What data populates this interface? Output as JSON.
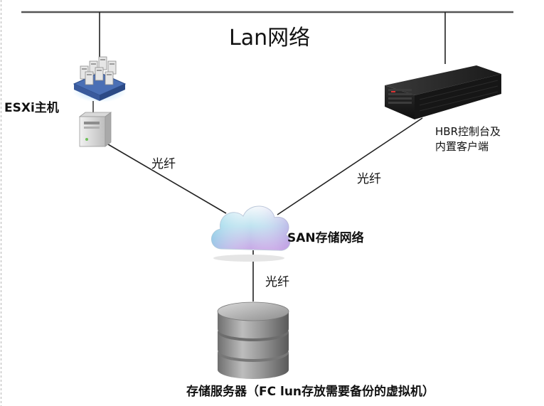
{
  "network": {
    "lan_label": "Lan网络",
    "san_label": "SAN存储网络"
  },
  "nodes": {
    "esxi": {
      "label": "ESXi主机",
      "icon": "server-cluster-icon"
    },
    "hbr": {
      "label_line1": "HBR控制台及",
      "label_line2": "内置客户端",
      "icon": "rack-server-icon"
    },
    "san": {
      "icon": "cloud-icon"
    },
    "storage": {
      "label": "存储服务器（FC lun存放需要备份的虚拟机）",
      "icon": "database-icon"
    }
  },
  "links": {
    "esxi_san": "光纤",
    "hbr_san": "光纤",
    "san_storage": "光纤"
  },
  "colors": {
    "line": "#222222",
    "cloud_top": "#f3f7fb",
    "cloud_bottom": "#c7a9e3",
    "cloud_left": "#9fd8ea",
    "cylinder": "#8c8c8c",
    "rack": "#1d1d1d"
  }
}
